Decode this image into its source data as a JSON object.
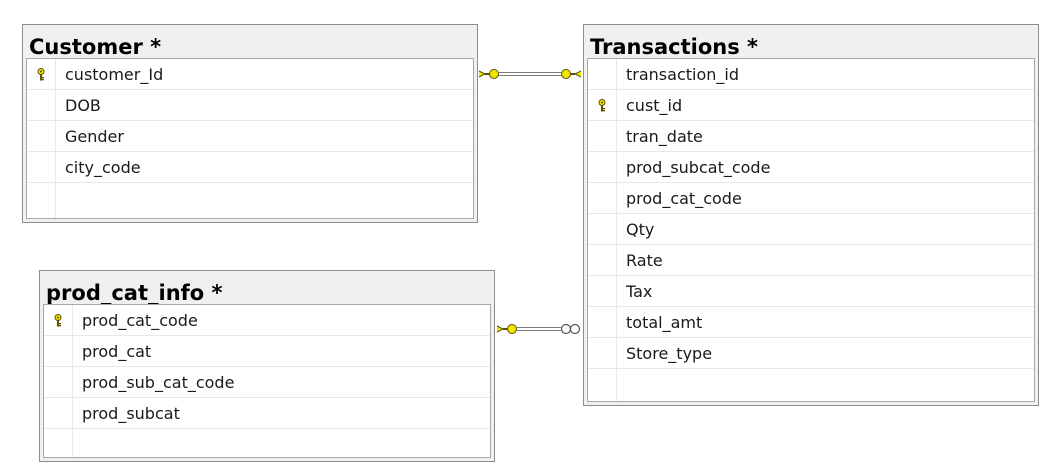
{
  "tables": {
    "customer": {
      "title": "Customer *",
      "columns": [
        {
          "name": "customer_Id",
          "key": true
        },
        {
          "name": "DOB",
          "key": false
        },
        {
          "name": "Gender",
          "key": false
        },
        {
          "name": "city_code",
          "key": false
        }
      ]
    },
    "transactions": {
      "title": "Transactions *",
      "columns": [
        {
          "name": "transaction_id",
          "key": false
        },
        {
          "name": "cust_id",
          "key": true
        },
        {
          "name": "tran_date",
          "key": false
        },
        {
          "name": "prod_subcat_code",
          "key": false
        },
        {
          "name": "prod_cat_code",
          "key": false
        },
        {
          "name": "Qty",
          "key": false
        },
        {
          "name": "Rate",
          "key": false
        },
        {
          "name": "Tax",
          "key": false
        },
        {
          "name": "total_amt",
          "key": false
        },
        {
          "name": "Store_type",
          "key": false
        }
      ]
    },
    "prod_cat_info": {
      "title": "prod_cat_info *",
      "columns": [
        {
          "name": "prod_cat_code",
          "key": true
        },
        {
          "name": "prod_cat",
          "key": false
        },
        {
          "name": "prod_sub_cat_code",
          "key": false
        },
        {
          "name": "prod_subcat",
          "key": false
        }
      ]
    }
  },
  "relationships": [
    {
      "from": "Customer",
      "to": "Transactions",
      "from_end": "key",
      "to_end": "key"
    },
    {
      "from": "prod_cat_info",
      "to": "Transactions",
      "from_end": "key",
      "to_end": "infinity"
    }
  ],
  "colors": {
    "key_fill": "#f2e600",
    "key_stroke": "#5a5200",
    "connector": "#7a7a7a",
    "panel_bg": "#f0f0f0",
    "border": "#8c8c8c"
  }
}
